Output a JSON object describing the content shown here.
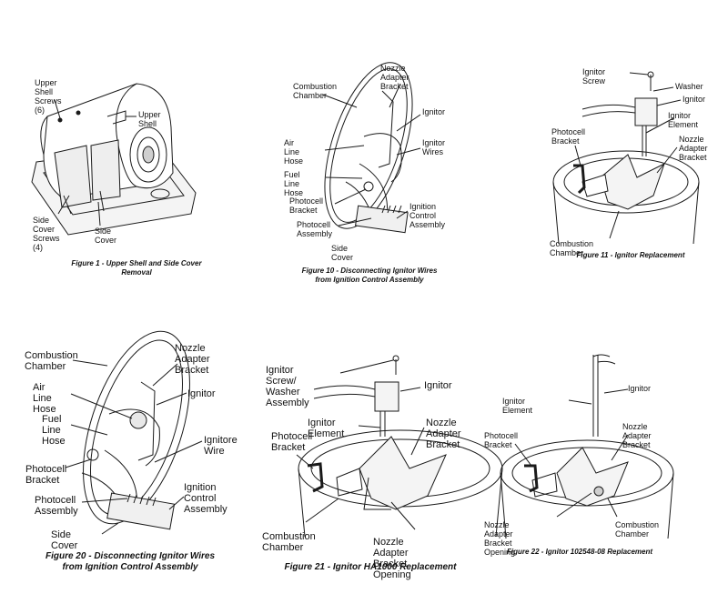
{
  "figures": [
    {
      "caption": "Figure 1 - Upper Shell and Side Cover\nRemoval",
      "labels": [
        "Upper Shell\nScrews (6)",
        "Upper Shell",
        "Side Cover\nScrews (4)",
        "Side\nCover"
      ]
    },
    {
      "caption": "Figure 10 - Disconnecting Ignitor Wires\nfrom Ignition Control Assembly",
      "labels": [
        "Combustion\nChamber",
        "Nozzle Adapter\nBracket",
        "Ignitor",
        "Air Line\nHose",
        "Ignitor\nWires",
        "Fuel Line\nHose",
        "Photocell\nBracket",
        "Ignition\nControl\nAssembly",
        "Photocell\nAssembly",
        "Side Cover"
      ]
    },
    {
      "caption": "Figure 11 - Ignitor Replacement",
      "labels": [
        "Ignitor Screw",
        "Washer",
        "Ignitor",
        "Ignitor\nElement",
        "Photocell\nBracket",
        "Nozzle\nAdapter\nBracket",
        "Combustion Chamber"
      ]
    },
    {
      "caption": "Figure 20 - Disconnecting Ignitor Wires\nfrom Ignition Control Assembly",
      "labels": [
        "Combustion\nChamber",
        "Nozzle\nAdapter\nBracket",
        "Air Line\nHose",
        "Ignitor",
        "Fuel\nLine\nHose",
        "Ignitore\nWire",
        "Photocell\nBracket",
        "Photocell\nAssembly",
        "Ignition\nControl\nAssembly",
        "Side Cover"
      ]
    },
    {
      "caption": "Figure 21 - Ignitor HA1000 Replacement",
      "labels": [
        "Ignitor Screw/\nWasher Assembly",
        "Ignitor",
        "Ignitor\nElement",
        "Nozzle\nAdapter\nBracket",
        "Photocell\nBracket",
        "Combustion\nChamber",
        "Nozzle Adapter\nBracket Opening"
      ]
    },
    {
      "caption": "Figure 22 - Ignitor 102548-08 Replacement",
      "labels": [
        "Ignitor",
        "Ignitor Element",
        "Photocell\nBracket",
        "Nozzle\nAdapter\nBracket",
        "Nozzle Adapter\nBracket Opening",
        "Combustion\nChamber"
      ]
    }
  ],
  "colors": {
    "line": "#1a1a1a",
    "background": "#ffffff",
    "shade": "#cfcfcf"
  }
}
